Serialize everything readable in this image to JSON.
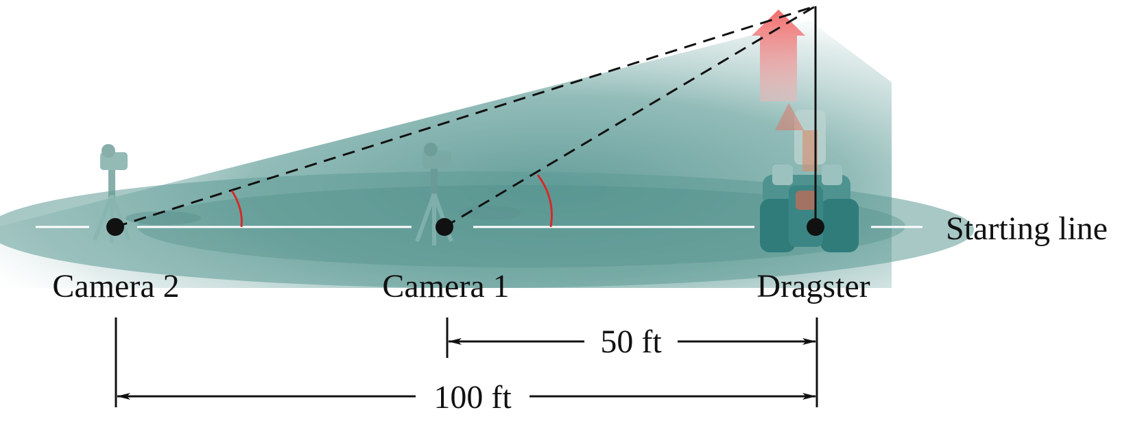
{
  "labels": {
    "camera2": "Camera 2",
    "camera1": "Camera 1",
    "dragster": "Dragster",
    "starting_line": "Starting line",
    "dist_50": "50 ft",
    "dist_100": "100 ft"
  },
  "colors": {
    "ground": "#5e9a96",
    "angle_arc": "#d42a2a",
    "rocket_arrow": "#f06a6a",
    "line": "#111111",
    "starting_line": "#ffffff"
  }
}
